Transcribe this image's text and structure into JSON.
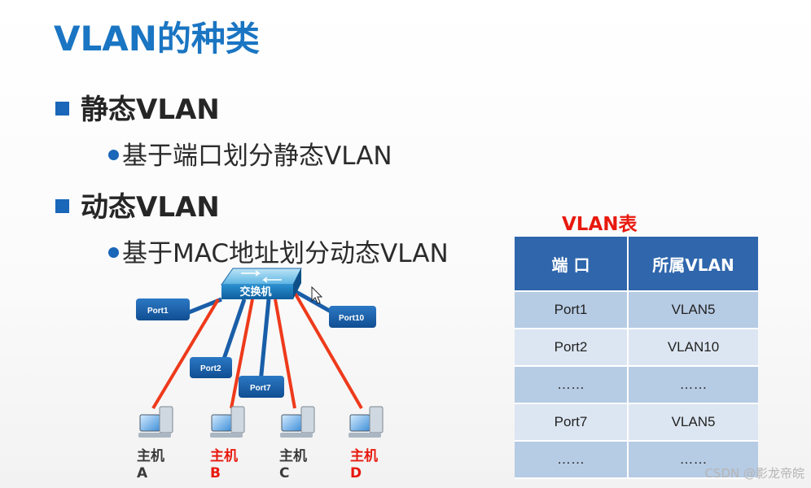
{
  "slide": {
    "title": "VLAN的种类",
    "sections": [
      {
        "heading": "静态VLAN",
        "sub": "基于端口划分静态VLAN"
      },
      {
        "heading": "动态VLAN",
        "sub": "基于MAC地址划分动态VLAN"
      }
    ]
  },
  "diagram": {
    "switch_label": "交换机",
    "ports": [
      "Port1",
      "Port2",
      "Port7",
      "Port10"
    ],
    "hosts": [
      {
        "name": "主机",
        "letter": "A",
        "highlight": false
      },
      {
        "name": "主机",
        "letter": "B",
        "highlight": true
      },
      {
        "name": "主机",
        "letter": "C",
        "highlight": false
      },
      {
        "name": "主机",
        "letter": "D",
        "highlight": true
      }
    ],
    "colors": {
      "blue_link": "#1a5ea8",
      "red_link": "#ee3a1b",
      "host_dark": "#3a3a3a",
      "host_red": "#e8190e"
    }
  },
  "vlan_table": {
    "title": "VLAN表",
    "headers": [
      "端 口",
      "所属VLAN"
    ],
    "rows": [
      [
        "Port1",
        "VLAN5"
      ],
      [
        "Port2",
        "VLAN10"
      ],
      [
        "……",
        "……"
      ],
      [
        "Port7",
        "VLAN5"
      ],
      [
        "……",
        "……"
      ]
    ]
  },
  "watermark": "CSDN @影龙帝皖",
  "colors": {
    "title": "#1a75c2",
    "bullet": "#1a66b8",
    "table_header": "#2f66ac",
    "table_title": "#e8190e"
  }
}
